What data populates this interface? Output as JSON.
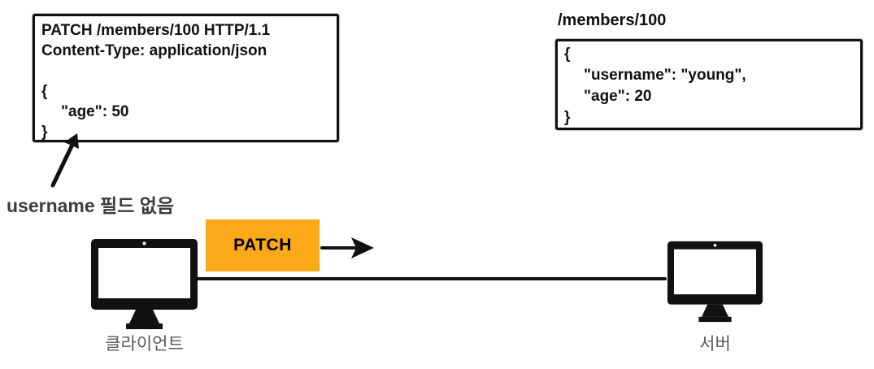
{
  "request_box": {
    "request_line": "PATCH /members/100 HTTP/1.1",
    "header_line": "Content-Type: application/json",
    "body_open": "{",
    "body_field": "\"age\": 50",
    "body_close": "}"
  },
  "resource": {
    "path_label": "/members/100",
    "body_open": "{",
    "body_line1": "\"username\": \"young\",",
    "body_line2": "\"age\": 20",
    "body_close": "}"
  },
  "annotation": {
    "text": "username 필드 없음"
  },
  "flow": {
    "method_label": "PATCH"
  },
  "nodes": {
    "client_label": "클라이언트",
    "server_label": "서버"
  },
  "icons": {
    "client": "monitor-icon",
    "server": "monitor-icon",
    "annotation_arrow": "arrow-up-right-icon",
    "request_arrow": "arrow-right-icon"
  },
  "colors": {
    "ink": "#111111",
    "method_bg": "#FBA819",
    "node_label": "#595959",
    "annotation_text": "#3d3d3d"
  }
}
